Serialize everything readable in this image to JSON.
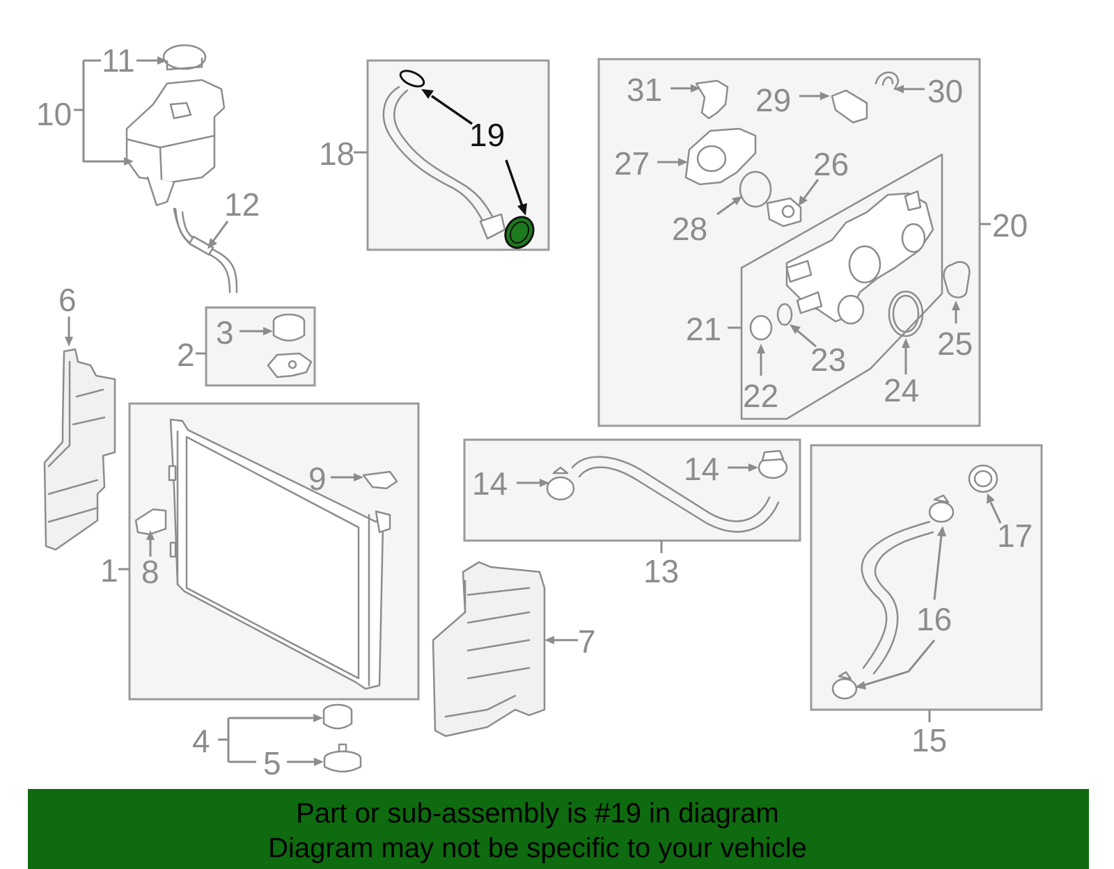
{
  "callouts": {
    "c1": "1",
    "c2": "2",
    "c3": "3",
    "c4": "4",
    "c5": "5",
    "c6": "6",
    "c7": "7",
    "c8": "8",
    "c9": "9",
    "c10": "10",
    "c11": "11",
    "c12": "12",
    "c13": "13",
    "c14a": "14",
    "c14b": "14",
    "c15": "15",
    "c16": "16",
    "c17": "17",
    "c18": "18",
    "c19": "19",
    "c20": "20",
    "c21": "21",
    "c22": "22",
    "c23": "23",
    "c24": "24",
    "c25": "25",
    "c26": "26",
    "c27": "27",
    "c28": "28",
    "c29": "29",
    "c30": "30",
    "c31": "31"
  },
  "highlight": {
    "part_number": "19",
    "color": "#1d7a1d"
  },
  "banner": {
    "line1": "Part or sub-assembly is #19 in diagram",
    "line2": "Diagram may not be specific to your vehicle",
    "background": "#0f6b10"
  }
}
